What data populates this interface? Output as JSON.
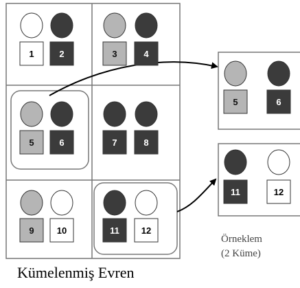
{
  "title": "Kümelenmiş Evren",
  "sample_label_line1": "Örneklem",
  "sample_label_line2": "(2 Küme)",
  "colors": {
    "white": "#ffffff",
    "light": "#b5b5b5",
    "dark": "#3b3b3b",
    "frame": "#777777",
    "line": "#000000"
  },
  "units": [
    {
      "id": "1",
      "circle": "white",
      "square": "white"
    },
    {
      "id": "2",
      "circle": "dark",
      "square": "dark"
    },
    {
      "id": "3",
      "circle": "light",
      "square": "light"
    },
    {
      "id": "4",
      "circle": "dark",
      "square": "dark"
    },
    {
      "id": "5",
      "circle": "light",
      "square": "light"
    },
    {
      "id": "6",
      "circle": "dark",
      "square": "dark"
    },
    {
      "id": "7",
      "circle": "dark",
      "square": "dark"
    },
    {
      "id": "8",
      "circle": "dark",
      "square": "dark"
    },
    {
      "id": "9",
      "circle": "light",
      "square": "light"
    },
    {
      "id": "10",
      "circle": "white",
      "square": "white"
    },
    {
      "id": "11",
      "circle": "dark",
      "square": "dark"
    },
    {
      "id": "12",
      "circle": "white",
      "square": "white"
    }
  ],
  "selected_clusters": [
    3,
    6
  ]
}
